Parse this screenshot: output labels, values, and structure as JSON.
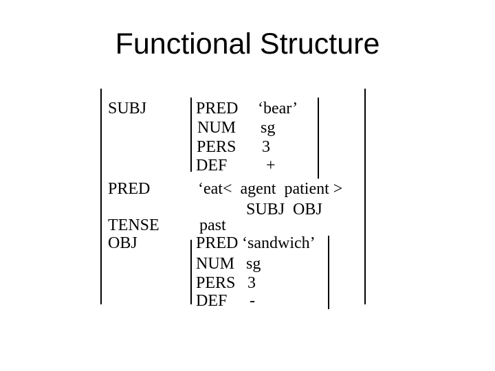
{
  "slide": {
    "title": "Functional Structure",
    "colors": {
      "background": "#ffffff",
      "text": "#000000"
    }
  },
  "fstructure": {
    "attrs": {
      "subj": "SUBJ",
      "pred": "PRED",
      "tense": "TENSE",
      "obj": "OBJ"
    },
    "subj_avm": {
      "pred_label": "PRED",
      "pred_value": "‘bear’",
      "num_label": "NUM",
      "num_value": "sg",
      "pers_label": "PERS",
      "pers_value": "3",
      "def_label": "DEF",
      "def_value": "+"
    },
    "pred_value": {
      "semantic_form": "‘eat<  agent  patient >",
      "functions": "SUBJ  OBJ"
    },
    "tense_value": "past",
    "obj_avm": {
      "pred_label": "PRED",
      "pred_value": "‘sandwich’",
      "num_label": "NUM",
      "num_value": "sg",
      "pers_label": "PERS",
      "pers_value": "3",
      "def_label": "DEF",
      "def_value": "-"
    }
  }
}
